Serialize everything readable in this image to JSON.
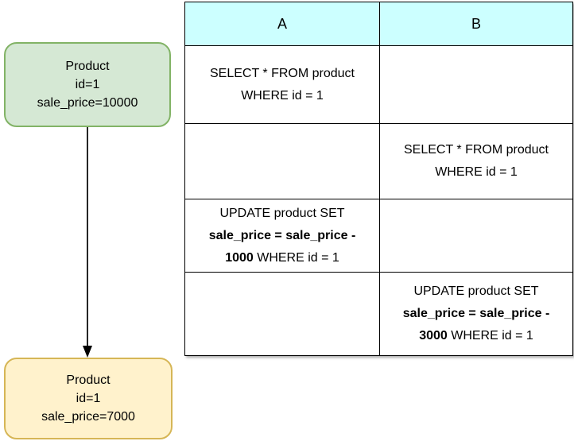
{
  "colors": {
    "source_node_fill": "#d5e8d4",
    "source_node_stroke": "#82b366",
    "target_node_fill": "#fff2cc",
    "target_node_stroke": "#d6b656",
    "table_header_fill": "#ccffff",
    "table_border": "#000000",
    "arrow": "#000000"
  },
  "nodes": {
    "source": {
      "line1": "Product",
      "line2": "id=1",
      "line3": "sale_price=10000"
    },
    "target": {
      "line1": "Product",
      "line2": "id=1",
      "line3": "sale_price=7000"
    }
  },
  "table": {
    "header": {
      "col_a": "A",
      "col_b": "B"
    },
    "rows": [
      {
        "a": {
          "line1": "SELECT * FROM product",
          "line2": "WHERE id = 1"
        }
      },
      {
        "b": {
          "line1": "SELECT * FROM product",
          "line2": "WHERE id = 1"
        }
      },
      {
        "a": {
          "line1": "UPDATE product SET",
          "line2_bold": "sale_price = sale_price -",
          "line3_bold": "1000",
          "line3_rest": " WHERE id = 1"
        }
      },
      {
        "b": {
          "line1": "UPDATE product SET",
          "line2_bold": "sale_price = sale_price -",
          "line3_bold": "3000",
          "line3_rest": " WHERE id = 1"
        }
      }
    ]
  }
}
